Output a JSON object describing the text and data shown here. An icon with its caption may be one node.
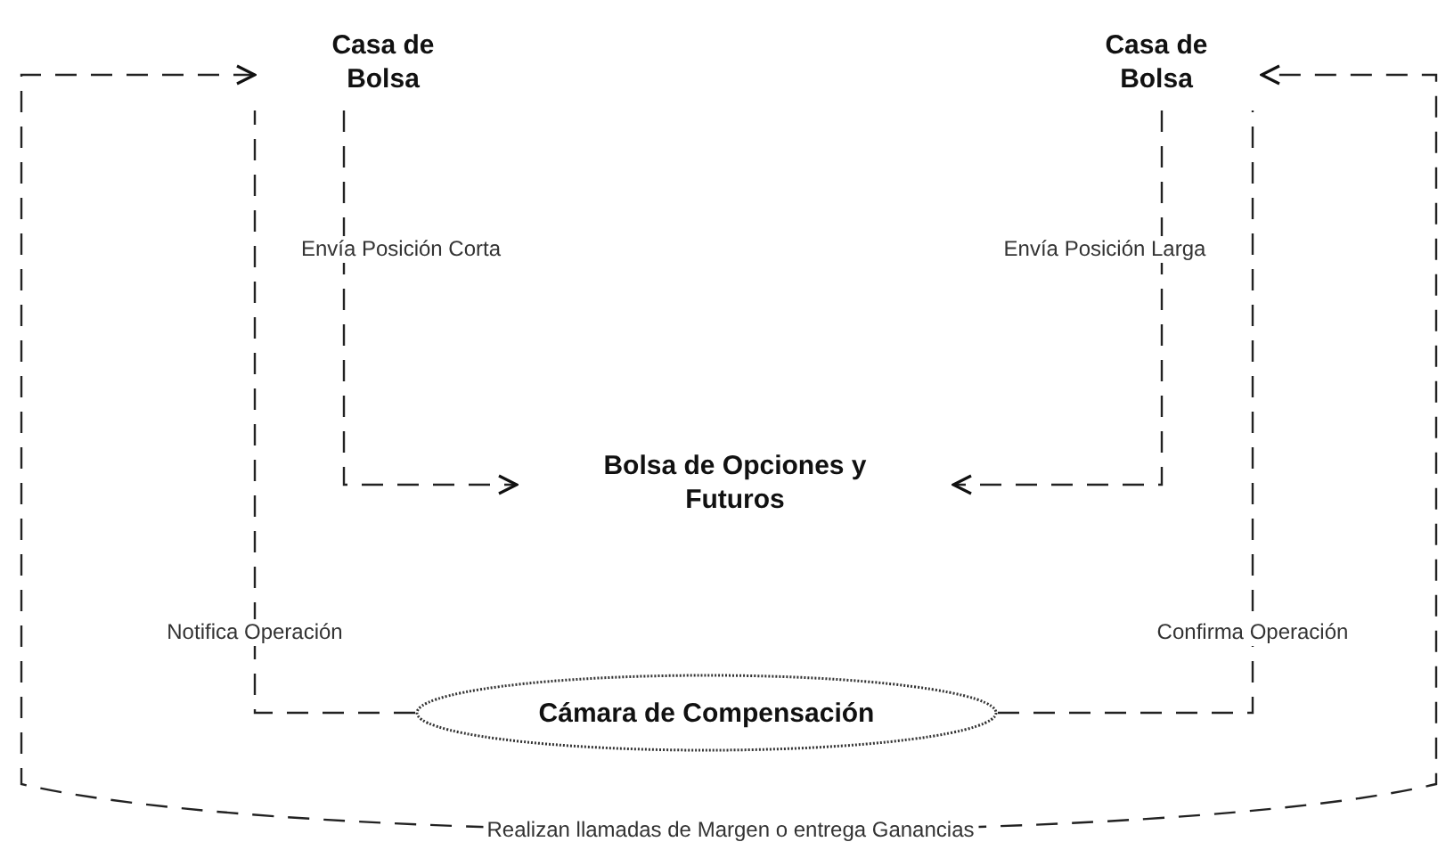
{
  "diagram": {
    "nodes": [
      {
        "text": [
          "Casa de Bolsa"
        ]
      },
      {
        "text": [
          "Casa de Bolsa"
        ]
      },
      {
        "text": [
          "Bolsa de Opciones y Futuros"
        ]
      },
      {
        "text": [
          "Cámara de Compensación"
        ]
      }
    ],
    "edges": [
      {
        "from": 0,
        "to": 2,
        "arrow": "to",
        "label": "Envía Posición Corta",
        "style": "dashed"
      },
      {
        "from": 1,
        "to": 2,
        "arrow": "to",
        "label": "Envía Posición Larga",
        "style": "dashed"
      },
      {
        "from": 3,
        "to": 0,
        "arrow": "none",
        "label": "Notifica Operación",
        "style": "dashed"
      },
      {
        "from": 3,
        "to": 1,
        "arrow": "none",
        "label": "Confirma Operación",
        "style": "dashed"
      },
      {
        "from": 0,
        "to": 1,
        "arrow": "both",
        "label": "Realizan llamadas de Margen o entrega Ganancias",
        "style": "dashed"
      }
    ]
  }
}
